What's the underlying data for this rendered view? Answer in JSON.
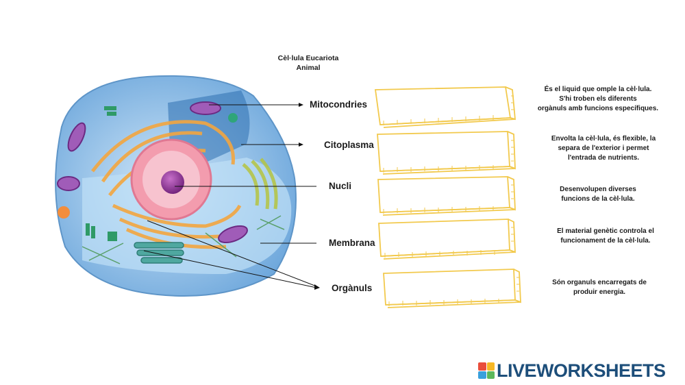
{
  "title_line1": "Cèl·lula Eucariota",
  "title_line2": "Animal",
  "terms": [
    "Mitocondries",
    "Citoplasma",
    "Nucli",
    "Membrana",
    "Orgànuls"
  ],
  "descriptions": [
    [
      "És el liquid que omple la cèl·lula.",
      "S'hi troben els diferents",
      "orgànuls amb funcions específiques."
    ],
    [
      "Envolta la cèl·lula, és flexible, la",
      "separa de l'exterior i permet",
      "l'entrada de nutrients."
    ],
    [
      "Desenvolupen diverses",
      "funcions de la cèl·lula."
    ],
    [
      "El material genètic controla el",
      "funcionament de la cèl·lula."
    ],
    [
      "Són organuls encarregats de",
      "produir energia."
    ]
  ],
  "brand": "LIVEWORKSHEETS",
  "colors": {
    "box_stroke": "#f2c94c",
    "cell_blue": "#7fb3e0",
    "nucleus": "#9b3b9e",
    "er": "#f3a640"
  }
}
